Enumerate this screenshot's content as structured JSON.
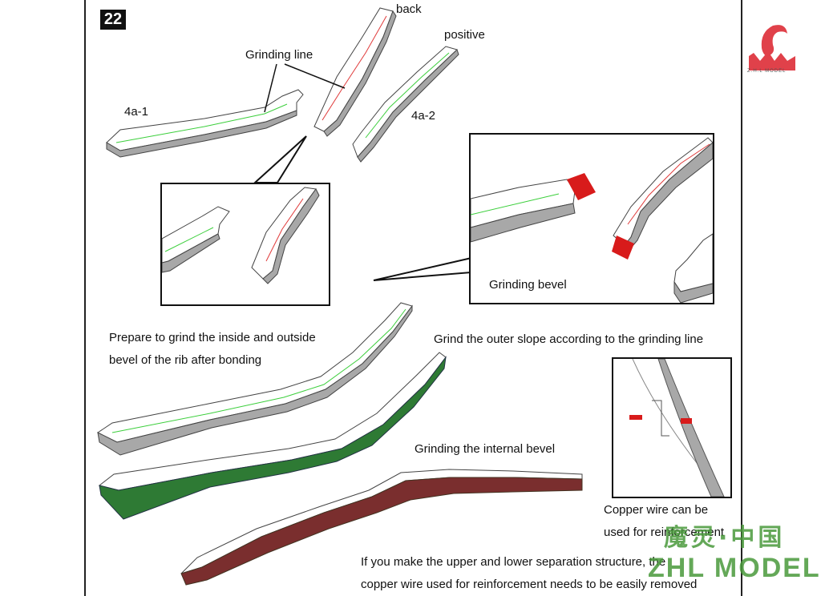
{
  "step_number": "22",
  "labels": {
    "back": "back",
    "positive": "positive",
    "grinding_line": "Grinding line",
    "part_4a1": "4a-1",
    "part_4a2": "4a-2",
    "grinding_bevel": "Grinding bevel",
    "grind_outer": "Grind the outer slope according to the grinding line",
    "grind_internal": "Grinding the internal bevel"
  },
  "instructions": {
    "prepare_line1": "Prepare to grind the inside and outside",
    "prepare_line2": "bevel of the rib after bonding",
    "copper_line1": "Copper wire can be",
    "copper_line2": "used for reinforcement",
    "separation_line1": "If you make the upper and lower separation structure, the",
    "separation_line2": "copper wire used for reinforcement needs to be easily removed"
  },
  "logo": {
    "text": "Z.H.L MODEL"
  },
  "watermark": {
    "chinese": "魔灵·中国",
    "english": "ZHL MODEL"
  },
  "colors": {
    "outer_bevel": "#2e7a34",
    "inner_bevel": "#7a2e2e",
    "grinding_line_green": "#3ccf3c",
    "grinding_line_red": "#e03a3a",
    "bevel_highlight": "#d81b1b",
    "logo": "#e0414a"
  }
}
